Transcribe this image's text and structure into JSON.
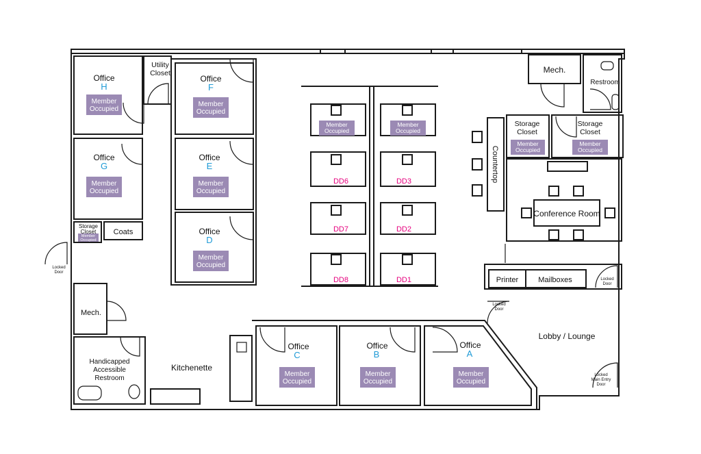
{
  "colors": {
    "wall": "#1a1a1a",
    "member_tag": "#9b8ab4",
    "letter_blue": "#1e9ad6",
    "desk_pink": "#e6007e"
  },
  "labels": {
    "office": "Office",
    "member_occupied_line1": "Member",
    "member_occupied_line2": "Occupied",
    "utility_closet_1": "Utility",
    "utility_closet_2": "Closet",
    "mech": "Mech.",
    "restroom": "Restroom",
    "storage_1": "Storage",
    "storage_2": "Closet",
    "countertop": "Countertop",
    "conference_room": "Conference Room",
    "coats": "Coats",
    "locked_1": "Locked",
    "locked_2": "Door",
    "printer": "Printer",
    "mailboxes": "Mailboxes",
    "lobby": "Lobby / Lounge",
    "kitchenette": "Kitchenette",
    "handicapped_1": "Handicapped",
    "handicapped_2": "Accessible",
    "handicapped_3": "Restroom",
    "main_entry_1": "Locked",
    "main_entry_2": "Main Entry",
    "main_entry_3": "Door",
    "storage_small_tag_1": "Member",
    "storage_small_tag_2": "Occupied"
  },
  "offices": {
    "H": "H",
    "G": "G",
    "F": "F",
    "E": "E",
    "D": "D",
    "C": "C",
    "B": "B",
    "A": "A"
  },
  "desks": {
    "dd6": "DD6",
    "dd3": "DD3",
    "dd7": "DD7",
    "dd2": "DD2",
    "dd8": "DD8",
    "dd1": "DD1"
  }
}
